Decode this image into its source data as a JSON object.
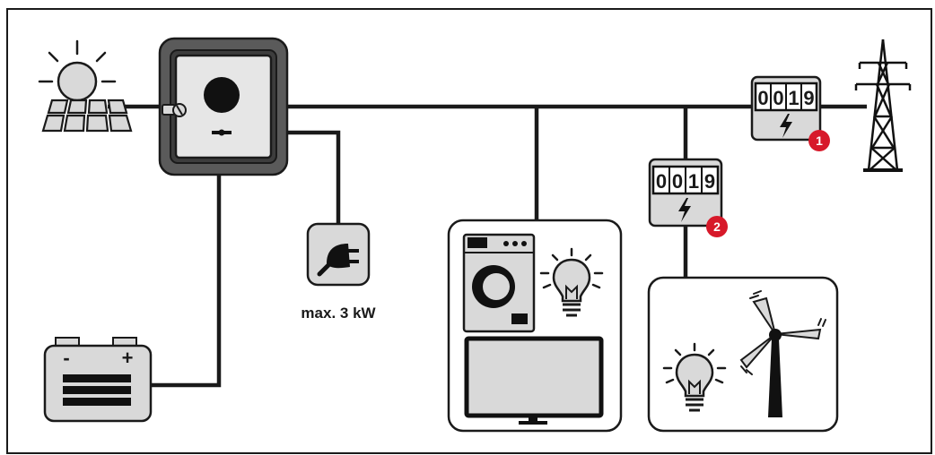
{
  "diagram": {
    "outlet_label": "max. 3 kW",
    "battery": {
      "minus": "-",
      "plus": "+"
    },
    "meters": [
      {
        "digits": [
          "0",
          "0",
          "1",
          "9"
        ],
        "badge": "1"
      },
      {
        "digits": [
          "0",
          "0",
          "1",
          "9"
        ],
        "badge": "2"
      }
    ]
  },
  "colors": {
    "line": "#1a1a1a",
    "icon_fill": "#d9d9d9",
    "inverter_body": "#5a5a5a",
    "badge_red": "#d7192a",
    "border": "#1a1a1a"
  },
  "icons": [
    "sun-icon",
    "solar-panel-icon",
    "inverter-icon",
    "battery-icon",
    "plug-icon",
    "washing-machine-icon",
    "light-bulb-icon",
    "television-icon",
    "energy-meter-icon",
    "wind-turbine-icon",
    "transmission-tower-icon"
  ]
}
